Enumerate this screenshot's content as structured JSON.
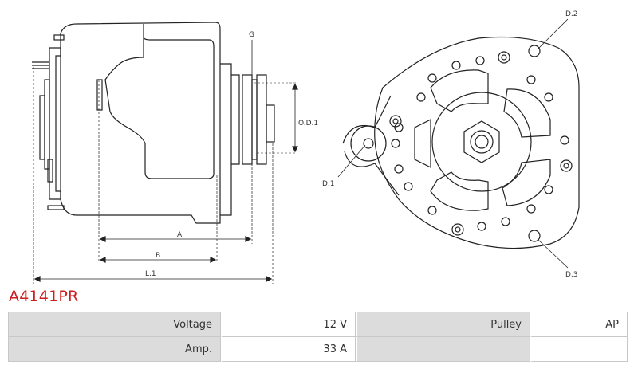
{
  "drawing": {
    "side_labels": {
      "g": "G",
      "od": "O.D.1",
      "a": "A",
      "b": "B",
      "l": "L.1"
    },
    "front_labels": {
      "d1": "D.1",
      "d2": "D.2",
      "d3": "D.3"
    }
  },
  "product": {
    "part_number": "A4141PR"
  },
  "specs": {
    "row1": {
      "label1": "Voltage",
      "value1": "12 V",
      "label2": "Pulley",
      "value2": "AP"
    },
    "row2": {
      "label1": "Amp.",
      "value1": "33 A",
      "label2": "",
      "value2": ""
    }
  },
  "colors": {
    "part_number": "#cc1f1f",
    "label_bg": "#dcdcdc"
  }
}
